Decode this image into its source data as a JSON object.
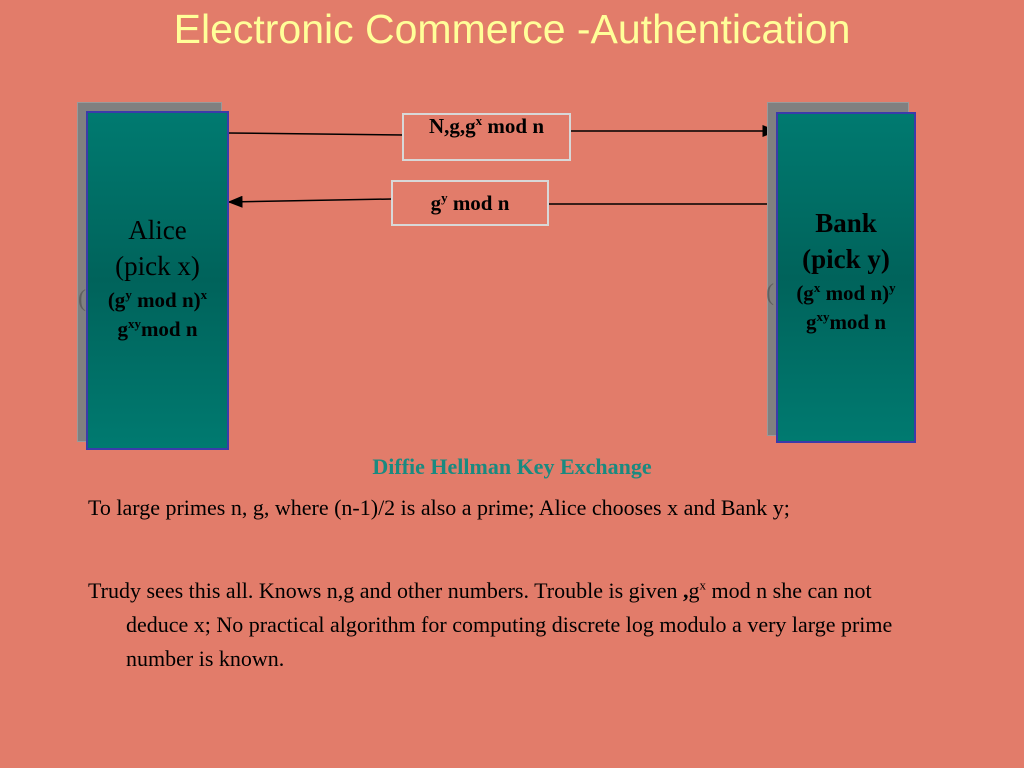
{
  "title": "Electronic Commerce -Authentication",
  "alice": {
    "name": "Alice",
    "pick": "(pick x)",
    "compute_open": "(g",
    "compute_sup": "y",
    "compute_mid": " mod  n)",
    "compute_exp": "x",
    "key_base": "g",
    "key_sup": "xy",
    "key_rest": "mod n"
  },
  "bank": {
    "name": "Bank",
    "pick": "(pick y)",
    "compute_open": "(g",
    "compute_sup": "x",
    "compute_mid": " mod  n)",
    "compute_exp": "y",
    "key_base": "g",
    "key_sup": "xy",
    "key_rest": "mod n"
  },
  "messages": {
    "to_bank_pre": "N,g,g",
    "to_bank_sup": "x",
    "to_bank_post": " mod n",
    "to_alice_base": "g",
    "to_alice_sup": "y",
    "to_alice_rest": " mod  n"
  },
  "heading": "Diffie Hellman Key Exchange",
  "paragraph1": "To large primes n, g, where  (n-1)/2 is also a prime; Alice chooses x and Bank y;",
  "paragraph2_pre": "Trudy sees this all. Knows n,g  and other numbers. Trouble is given ",
  "paragraph2_comma": ",",
  "paragraph2_base": "g",
  "paragraph2_sup": "x",
  "paragraph2_post": " mod  n she can not deduce x; No practical algorithm for computing discrete log modulo a very large prime number is known.",
  "colors": {
    "background": "#e27c6a",
    "title": "#ffff99",
    "box_fill": "#007a70",
    "box_border": "#3b3baa",
    "heading": "#1a8a80"
  }
}
